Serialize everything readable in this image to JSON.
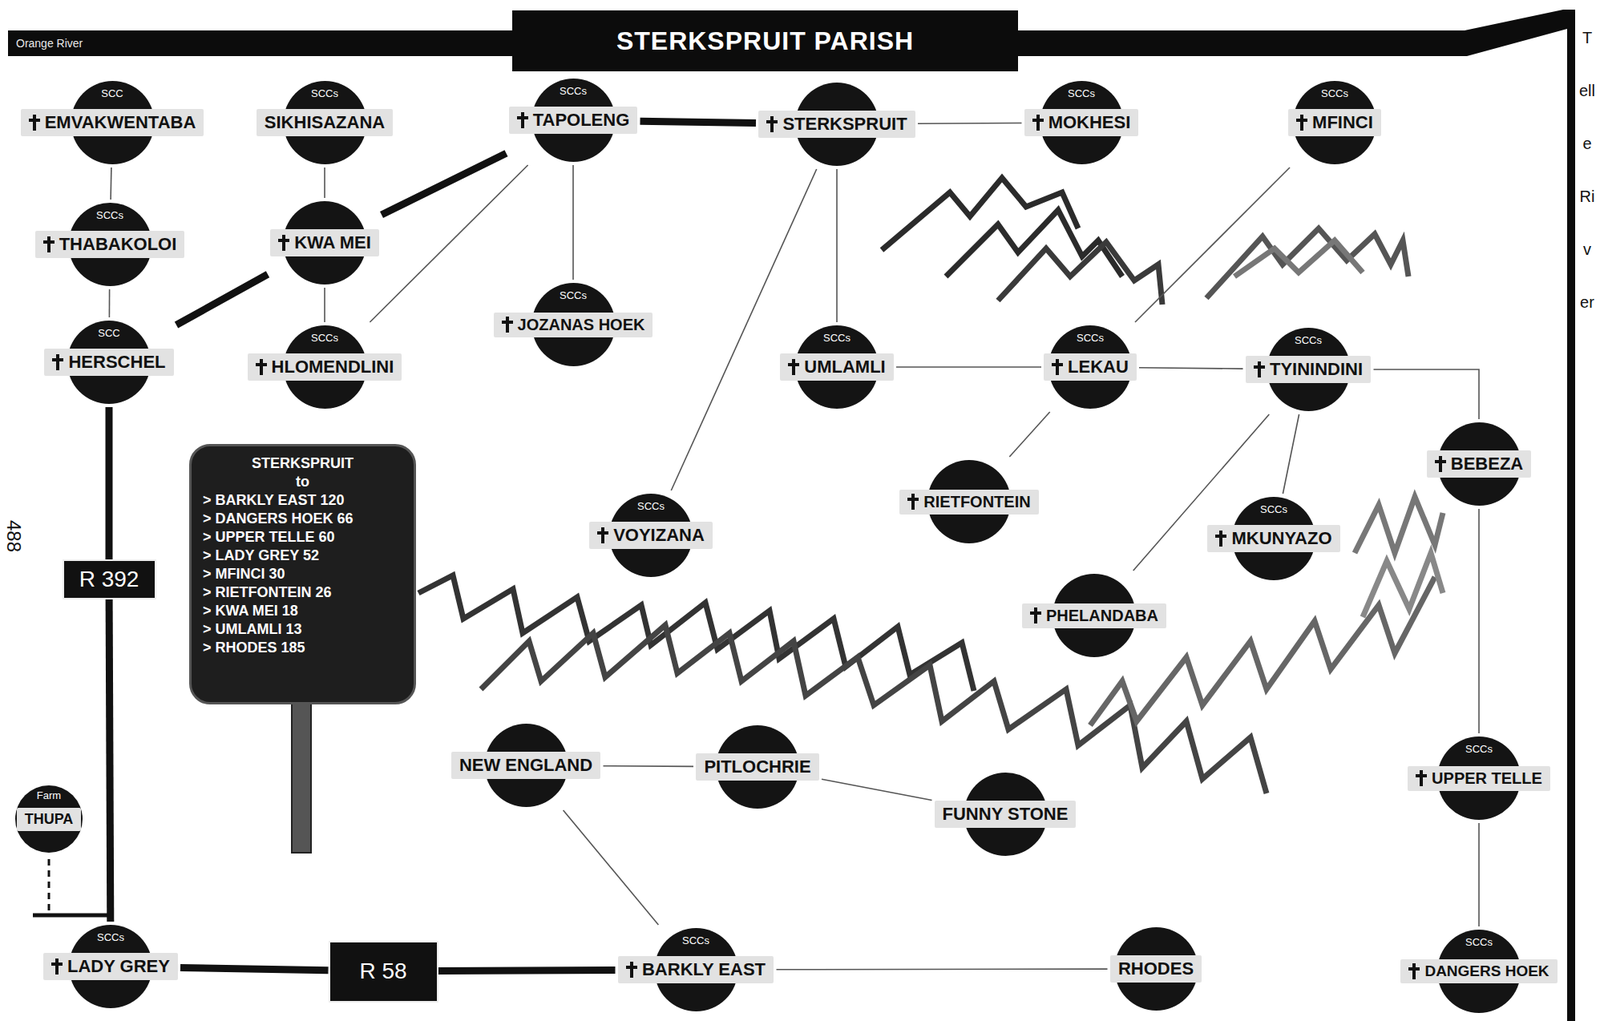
{
  "diagram": {
    "title": "STERKSPRUIT PARISH",
    "nodes": [
      {
        "text": [
          "SCC",
          "EMVAKWENTABA"
        ]
      },
      {
        "text": [
          "SCCs",
          "SIKHISAZANA"
        ]
      },
      {
        "text": [
          "SCCs",
          "TAPOLENG"
        ]
      },
      {
        "text": [
          "STERKSPRUIT"
        ]
      },
      {
        "text": [
          "SCCs",
          "MOKHESI"
        ]
      },
      {
        "text": [
          "SCCs",
          "MFINCI"
        ]
      },
      {
        "text": [
          "SCCs",
          "THABAKOLOI"
        ]
      },
      {
        "text": [
          "KWA MEI"
        ]
      },
      {
        "text": [
          "SCCs",
          "JOZANAS HOEK"
        ]
      },
      {
        "text": [
          "SCC",
          "HERSCHEL"
        ]
      },
      {
        "text": [
          "SCCs",
          "HLOMENDLINI"
        ]
      },
      {
        "text": [
          "SCCs",
          "UMLAMLI"
        ]
      },
      {
        "text": [
          "SCCs",
          "LEKAU"
        ]
      },
      {
        "text": [
          "SCCs",
          "TYININDINI"
        ]
      },
      {
        "text": [
          "STERKSPRUIT to",
          "> BARKLY EAST 120",
          "> DANGERS HOEK 66",
          "> UPPER TELLE 60",
          "> LADY GREY 52",
          "> MFINCI 30",
          "> RIETFONTEIN 26",
          "> KWA MEI 18",
          "> UMLAMLI 13",
          "> RHODES 185"
        ]
      },
      {
        "text": [
          "BEBEZA"
        ]
      },
      {
        "text": [
          "RIETFONTEIN"
        ]
      },
      {
        "text": [
          "SCCs",
          "VOYIZANA"
        ]
      },
      {
        "text": [
          "SCCs",
          "MKUNYAZO"
        ]
      },
      {
        "text": [
          "R 392"
        ]
      },
      {
        "text": [
          "PHELANDABA"
        ]
      },
      {
        "text": [
          "NEW ENGLAND"
        ]
      },
      {
        "text": [
          "PITLOCHRIE"
        ]
      },
      {
        "text": [
          "SCCs",
          "UPPER TELLE"
        ]
      },
      {
        "text": [
          "FUNNY STONE"
        ]
      },
      {
        "text": [
          "Farm",
          "THUPA"
        ]
      },
      {
        "text": [
          "SCCs",
          "LADY GREY"
        ]
      },
      {
        "text": [
          "R 58"
        ]
      },
      {
        "text": [
          "SCCs",
          "BARKLY EAST"
        ]
      },
      {
        "text": [
          "RHODES"
        ]
      },
      {
        "text": [
          "SCCs",
          "DANGERS HOEK"
        ]
      }
    ],
    "edges": [
      {
        "from": 0,
        "to": 6,
        "arrow": "none"
      },
      {
        "from": 6,
        "to": 9,
        "arrow": "none"
      },
      {
        "from": 1,
        "to": 7,
        "arrow": "none"
      },
      {
        "from": 7,
        "to": 10,
        "arrow": "none"
      },
      {
        "from": 2,
        "to": 7,
        "arrow": "none"
      },
      {
        "from": 7,
        "to": 9,
        "arrow": "none"
      },
      {
        "from": 2,
        "to": 10,
        "arrow": "none"
      },
      {
        "from": 2,
        "to": 8,
        "arrow": "none"
      },
      {
        "from": 2,
        "to": 3,
        "arrow": "none"
      },
      {
        "from": 3,
        "to": 4,
        "arrow": "none"
      },
      {
        "from": 3,
        "to": 11,
        "arrow": "none"
      },
      {
        "from": 3,
        "to": 17,
        "arrow": "none"
      },
      {
        "from": 5,
        "to": 12,
        "arrow": "none"
      },
      {
        "from": 11,
        "to": 12,
        "arrow": "none"
      },
      {
        "from": 12,
        "to": 13,
        "arrow": "none"
      },
      {
        "from": 12,
        "to": 16,
        "arrow": "none"
      },
      {
        "from": 13,
        "to": 15,
        "arrow": "none"
      },
      {
        "from": 13,
        "to": 20,
        "arrow": "none"
      },
      {
        "from": 13,
        "to": 18,
        "arrow": "none"
      },
      {
        "from": 15,
        "to": 23,
        "arrow": "none"
      },
      {
        "from": 23,
        "to": 30,
        "arrow": "none"
      },
      {
        "from": 21,
        "to": 22,
        "arrow": "none"
      },
      {
        "from": 22,
        "to": 24,
        "arrow": "none"
      },
      {
        "from": 21,
        "to": 28,
        "arrow": "none"
      },
      {
        "from": 28,
        "to": 29,
        "arrow": "none"
      },
      {
        "from": 9,
        "to": 19,
        "arrow": "none"
      },
      {
        "from": 19,
        "to": 26,
        "arrow": "none"
      },
      {
        "from": 26,
        "to": 27,
        "arrow": "none"
      },
      {
        "from": 27,
        "to": 28,
        "arrow": "none"
      }
    ],
    "labels": [
      "Orange River",
      "Telle River",
      "488"
    ]
  }
}
